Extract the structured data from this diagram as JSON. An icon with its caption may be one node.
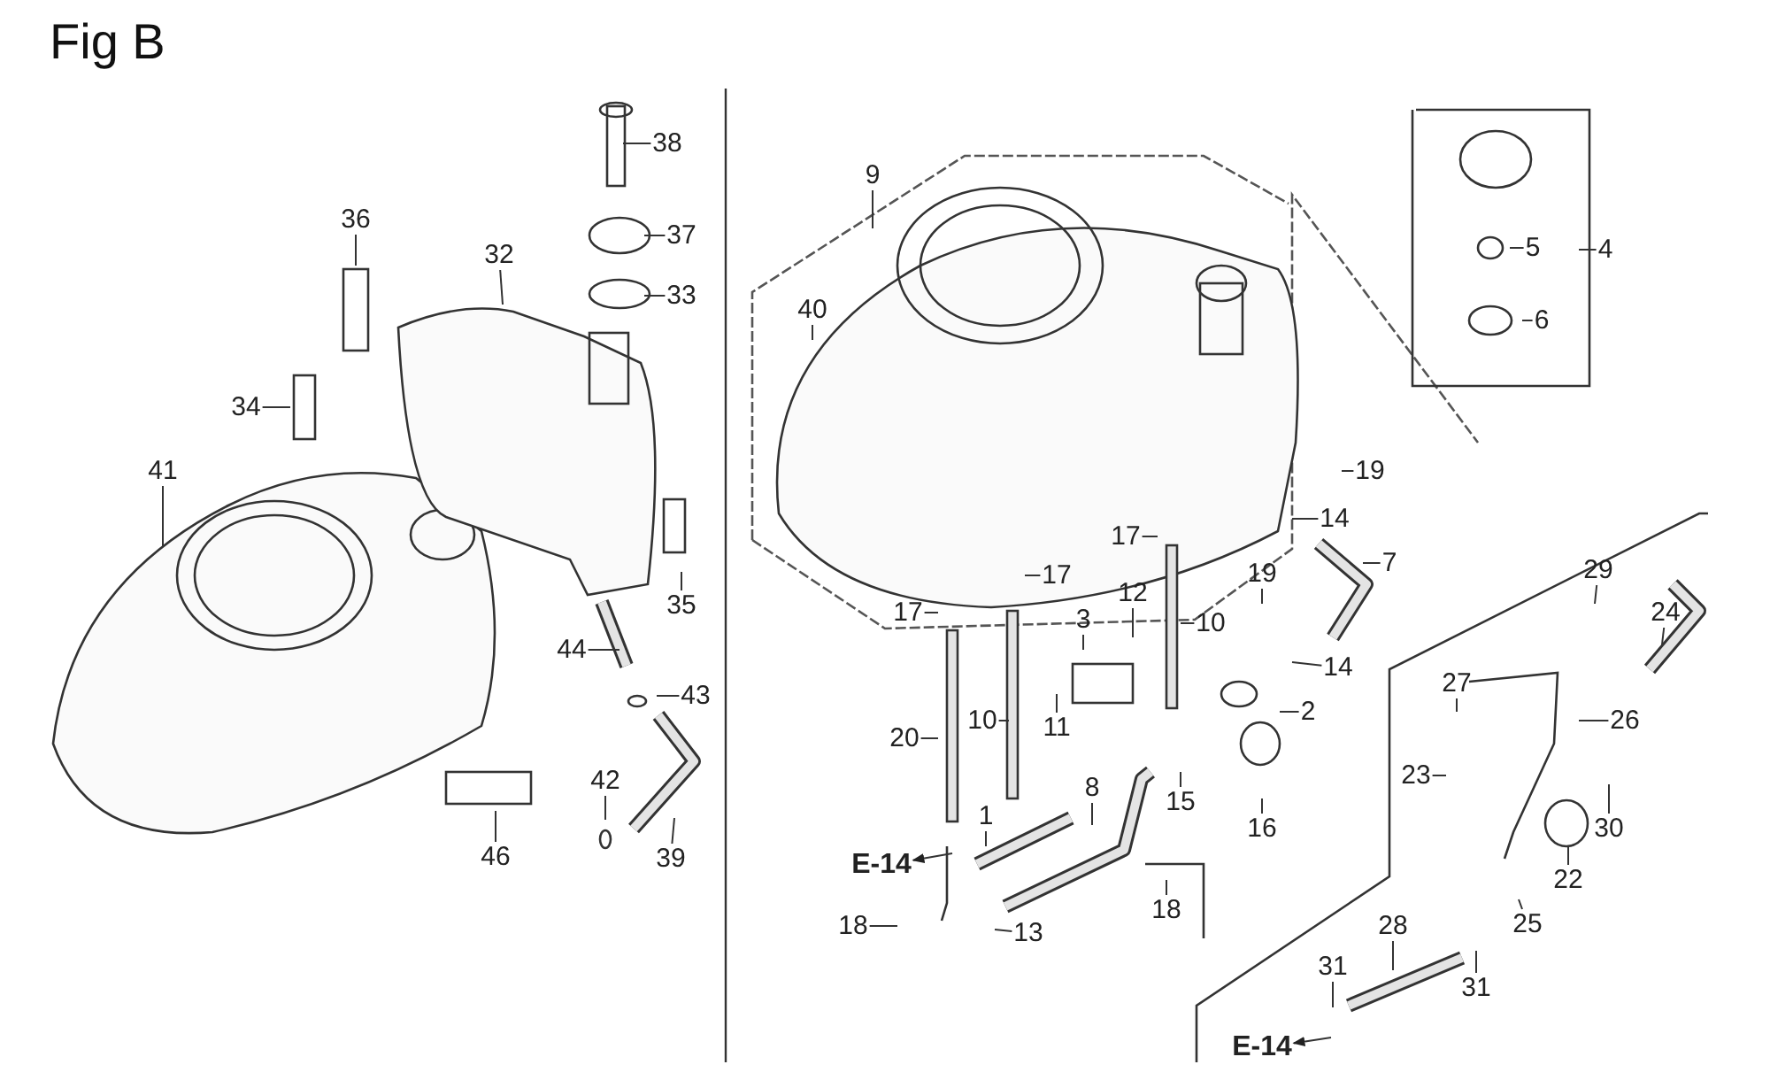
{
  "diagram": {
    "title": "Fig B",
    "nodes": [
      {
        "text": [
          "38"
        ]
      },
      {
        "text": [
          "37"
        ]
      },
      {
        "text": [
          "33"
        ]
      },
      {
        "text": [
          "32"
        ]
      },
      {
        "text": [
          "36"
        ]
      },
      {
        "text": [
          "34"
        ]
      },
      {
        "text": [
          "41"
        ]
      },
      {
        "text": [
          "35"
        ]
      },
      {
        "text": [
          "44"
        ]
      },
      {
        "text": [
          "43"
        ]
      },
      {
        "text": [
          "42"
        ]
      },
      {
        "text": [
          "39"
        ]
      },
      {
        "text": [
          "46"
        ]
      },
      {
        "text": [
          "9"
        ]
      },
      {
        "text": [
          "40"
        ]
      },
      {
        "text": [
          "4"
        ]
      },
      {
        "text": [
          "5"
        ]
      },
      {
        "text": [
          "6"
        ]
      },
      {
        "text": [
          "19"
        ]
      },
      {
        "text": [
          "14"
        ]
      },
      {
        "text": [
          "7"
        ]
      },
      {
        "text": [
          "17"
        ]
      },
      {
        "text": [
          "17"
        ]
      },
      {
        "text": [
          "17"
        ]
      },
      {
        "text": [
          "12"
        ]
      },
      {
        "text": [
          "3"
        ]
      },
      {
        "text": [
          "10"
        ]
      },
      {
        "text": [
          "19"
        ]
      },
      {
        "text": [
          "14"
        ]
      },
      {
        "text": [
          "2"
        ]
      },
      {
        "text": [
          "11"
        ]
      },
      {
        "text": [
          "20"
        ]
      },
      {
        "text": [
          "10"
        ]
      },
      {
        "text": [
          "1"
        ]
      },
      {
        "text": [
          "8"
        ]
      },
      {
        "text": [
          "15"
        ]
      },
      {
        "text": [
          "16"
        ]
      },
      {
        "text": [
          "18"
        ]
      },
      {
        "text": [
          "13"
        ]
      },
      {
        "text": [
          "18"
        ]
      },
      {
        "text": [
          "E-14"
        ]
      },
      {
        "text": [
          "29"
        ]
      },
      {
        "text": [
          "24"
        ]
      },
      {
        "text": [
          "27"
        ]
      },
      {
        "text": [
          "26"
        ]
      },
      {
        "text": [
          "23"
        ]
      },
      {
        "text": [
          "30"
        ]
      },
      {
        "text": [
          "22"
        ]
      },
      {
        "text": [
          "25"
        ]
      },
      {
        "text": [
          "28"
        ]
      },
      {
        "text": [
          "31"
        ]
      },
      {
        "text": [
          "31"
        ]
      },
      {
        "text": [
          "E-14"
        ]
      }
    ],
    "edges": [
      {
        "from": 0,
        "to": null,
        "arrow": "none"
      },
      {
        "from": 1,
        "to": null,
        "arrow": "none"
      },
      {
        "from": 2,
        "to": null,
        "arrow": "none"
      },
      {
        "from": 3,
        "to": null,
        "arrow": "none"
      },
      {
        "from": 4,
        "to": null,
        "arrow": "none"
      },
      {
        "from": 5,
        "to": null,
        "arrow": "none"
      },
      {
        "from": 6,
        "to": null,
        "arrow": "none"
      },
      {
        "from": 7,
        "to": null,
        "arrow": "none"
      },
      {
        "from": 8,
        "to": null,
        "arrow": "none"
      },
      {
        "from": 9,
        "to": null,
        "arrow": "none"
      },
      {
        "from": 10,
        "to": null,
        "arrow": "none"
      },
      {
        "from": 11,
        "to": null,
        "arrow": "none"
      },
      {
        "from": 12,
        "to": null,
        "arrow": "none"
      },
      {
        "from": 13,
        "to": null,
        "arrow": "none"
      },
      {
        "from": 14,
        "to": null,
        "arrow": "none"
      },
      {
        "from": 15,
        "to": null,
        "arrow": "none"
      },
      {
        "from": 16,
        "to": null,
        "arrow": "none"
      },
      {
        "from": 17,
        "to": null,
        "arrow": "none"
      },
      {
        "from": 18,
        "to": null,
        "arrow": "none"
      },
      {
        "from": 19,
        "to": null,
        "arrow": "none"
      },
      {
        "from": 20,
        "to": null,
        "arrow": "none"
      },
      {
        "from": 21,
        "to": null,
        "arrow": "none"
      },
      {
        "from": 22,
        "to": null,
        "arrow": "none"
      },
      {
        "from": 23,
        "to": null,
        "arrow": "none"
      },
      {
        "from": 24,
        "to": null,
        "arrow": "none"
      },
      {
        "from": 25,
        "to": null,
        "arrow": "none"
      },
      {
        "from": 26,
        "to": null,
        "arrow": "none"
      },
      {
        "from": 27,
        "to": null,
        "arrow": "none"
      },
      {
        "from": 28,
        "to": null,
        "arrow": "none"
      },
      {
        "from": 29,
        "to": null,
        "arrow": "none"
      },
      {
        "from": 30,
        "to": null,
        "arrow": "none"
      },
      {
        "from": 31,
        "to": null,
        "arrow": "none"
      },
      {
        "from": 32,
        "to": null,
        "arrow": "none"
      },
      {
        "from": 33,
        "to": null,
        "arrow": "none"
      },
      {
        "from": 34,
        "to": null,
        "arrow": "none"
      },
      {
        "from": 35,
        "to": null,
        "arrow": "none"
      },
      {
        "from": 36,
        "to": null,
        "arrow": "none"
      },
      {
        "from": 37,
        "to": null,
        "arrow": "none"
      },
      {
        "from": 38,
        "to": null,
        "arrow": "none"
      },
      {
        "from": 39,
        "to": null,
        "arrow": "none"
      },
      {
        "from": null,
        "to": 40,
        "arrow": "to"
      },
      {
        "from": 41,
        "to": null,
        "arrow": "none"
      },
      {
        "from": 42,
        "to": null,
        "arrow": "none"
      },
      {
        "from": 43,
        "to": null,
        "arrow": "none"
      },
      {
        "from": 44,
        "to": null,
        "arrow": "none"
      },
      {
        "from": 45,
        "to": null,
        "arrow": "none"
      },
      {
        "from": 46,
        "to": null,
        "arrow": "none"
      },
      {
        "from": 47,
        "to": null,
        "arrow": "none"
      },
      {
        "from": 48,
        "to": null,
        "arrow": "none"
      },
      {
        "from": 49,
        "to": null,
        "arrow": "none"
      },
      {
        "from": 50,
        "to": null,
        "arrow": "none"
      },
      {
        "from": 51,
        "to": null,
        "arrow": "none"
      },
      {
        "from": null,
        "to": 52,
        "arrow": "to"
      }
    ]
  }
}
